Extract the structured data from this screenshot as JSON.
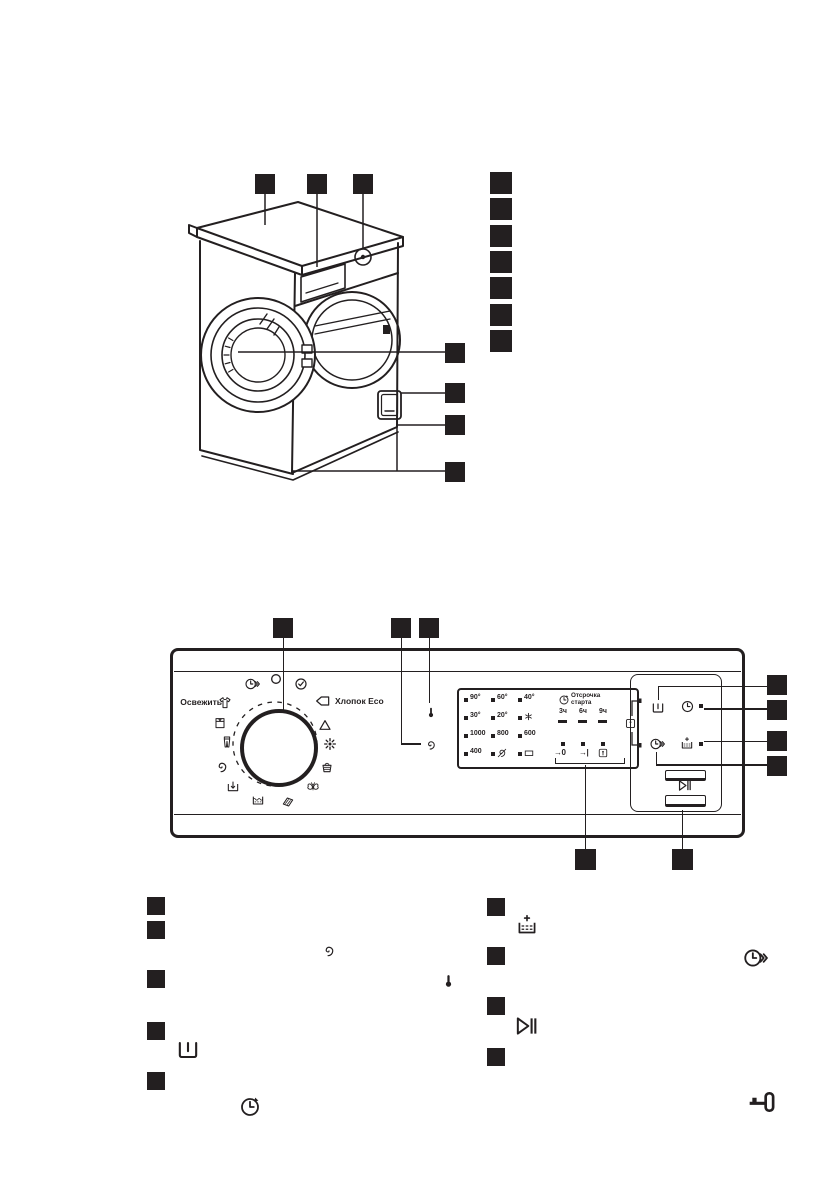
{
  "ink": "#231f20",
  "product_figure": {
    "type": "washing-machine-isometric-line-drawing",
    "callout_markers": {
      "top_row": 3,
      "right_column": 7,
      "door": 1,
      "drain_filter": 2,
      "base": 1
    }
  },
  "control_panel": {
    "dial": {
      "label_refresh": "Освежить",
      "label_cotton_eco": "Хлопок Eco",
      "programs": [
        "time-saver",
        "off",
        "favourite",
        "cotton-eco",
        "synthetics",
        "wool",
        "sport",
        "delicates",
        "darks",
        "soak",
        "drain",
        "spin",
        "jeans",
        "shirts",
        "refresh"
      ]
    },
    "display": {
      "temperatures": [
        "90°",
        "60°",
        "40°",
        "30°",
        "20°"
      ],
      "cold_icon": "cold-wash-icon",
      "spin_speeds": [
        "1000",
        "800",
        "600",
        "400"
      ],
      "no_spin_icon": "no-spin-icon",
      "rinse_hold_icon": "rinse-hold-icon",
      "delay_start": {
        "title": "Отсрочка старта",
        "options": [
          "3ч",
          "6ч",
          "9ч"
        ]
      },
      "phase_labels": {
        "drain": "→0",
        "end": "→|",
        "door": "door-locked-icon"
      }
    },
    "buttons": [
      "rinse-hold-button",
      "delay-start-button",
      "time-saver-button",
      "extra-rinse-button",
      "start-pause-button"
    ]
  },
  "legend": {
    "left_icons": [
      "spin-spiral-icon",
      "thermometer-icon",
      "rinse-hold-tub-icon",
      "delay-clock-icon"
    ],
    "right_icons": [
      "extra-rinse-icon",
      "time-saver-clock-icon",
      "start-pause-icon",
      "child-lock-key-icon"
    ]
  }
}
